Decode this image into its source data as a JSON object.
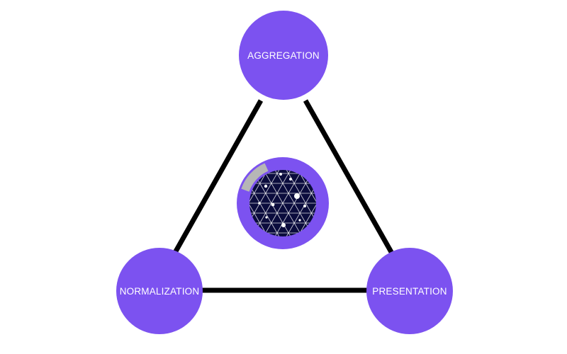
{
  "colors": {
    "node": "#7c52f0",
    "edge": "#000000",
    "label": "#ffffff",
    "center_ring": "#7c52f0",
    "center_ring_gap": "#b6b6b6",
    "center_disc": "#0b0c3d",
    "center_grid": "#ffffff"
  },
  "nodes": {
    "aggregation": {
      "label": "AGGREGATION"
    },
    "normalization": {
      "label": "NORMALIZATION"
    },
    "presentation": {
      "label": "PRESENTATION"
    }
  },
  "center": {
    "icon": "starry-globe-icon"
  }
}
